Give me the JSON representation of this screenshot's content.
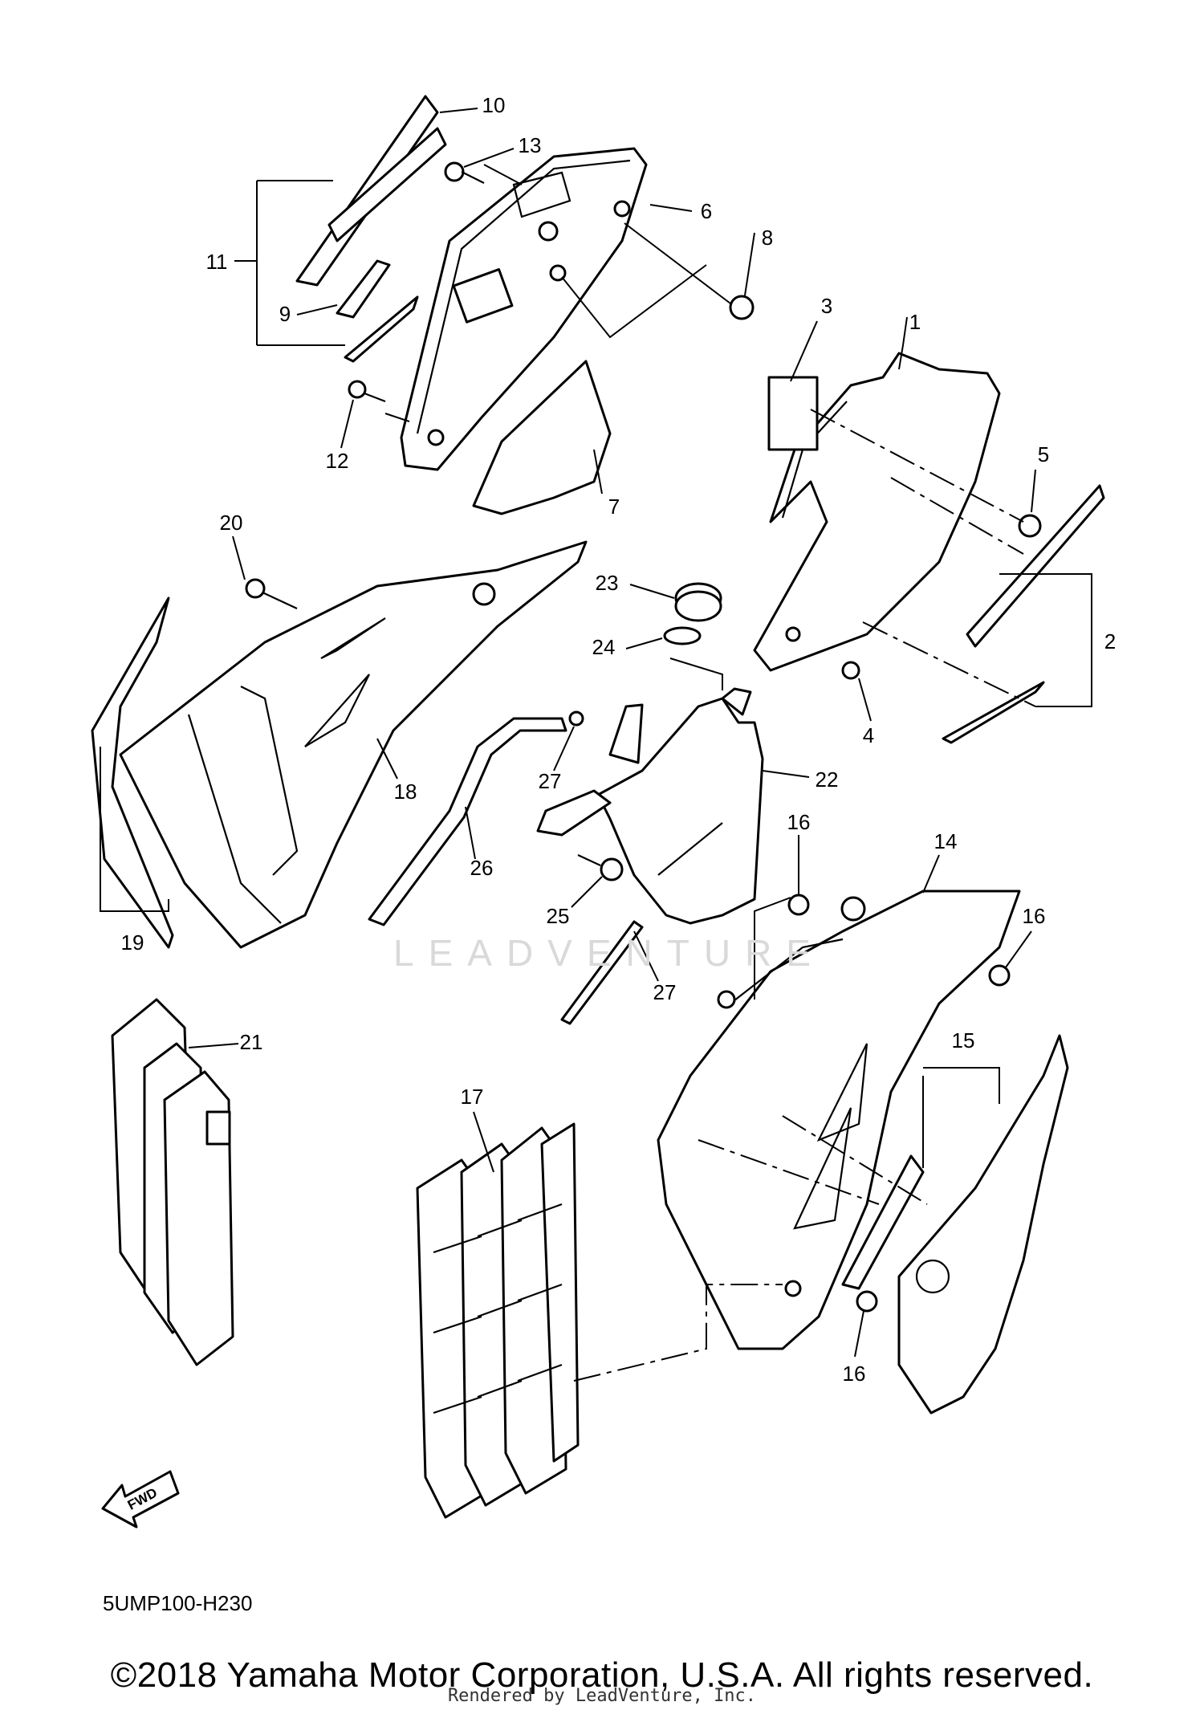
{
  "diagram": {
    "watermark": "LEADVENTURE",
    "fwd_label": "FWD",
    "diagram_code": "5UMP100-H230",
    "copyright": "©2018 Yamaha Motor Corporation, U.S.A. All rights reserved.",
    "rendered_by": "Rendered by LeadVenture, Inc.",
    "callouts": [
      "1",
      "2",
      "3",
      "4",
      "5",
      "6",
      "7",
      "8",
      "9",
      "10",
      "11",
      "12",
      "13",
      "14",
      "15",
      "16",
      "16",
      "16",
      "17",
      "18",
      "19",
      "20",
      "21",
      "22",
      "23",
      "24",
      "25",
      "26",
      "27",
      "27"
    ]
  }
}
